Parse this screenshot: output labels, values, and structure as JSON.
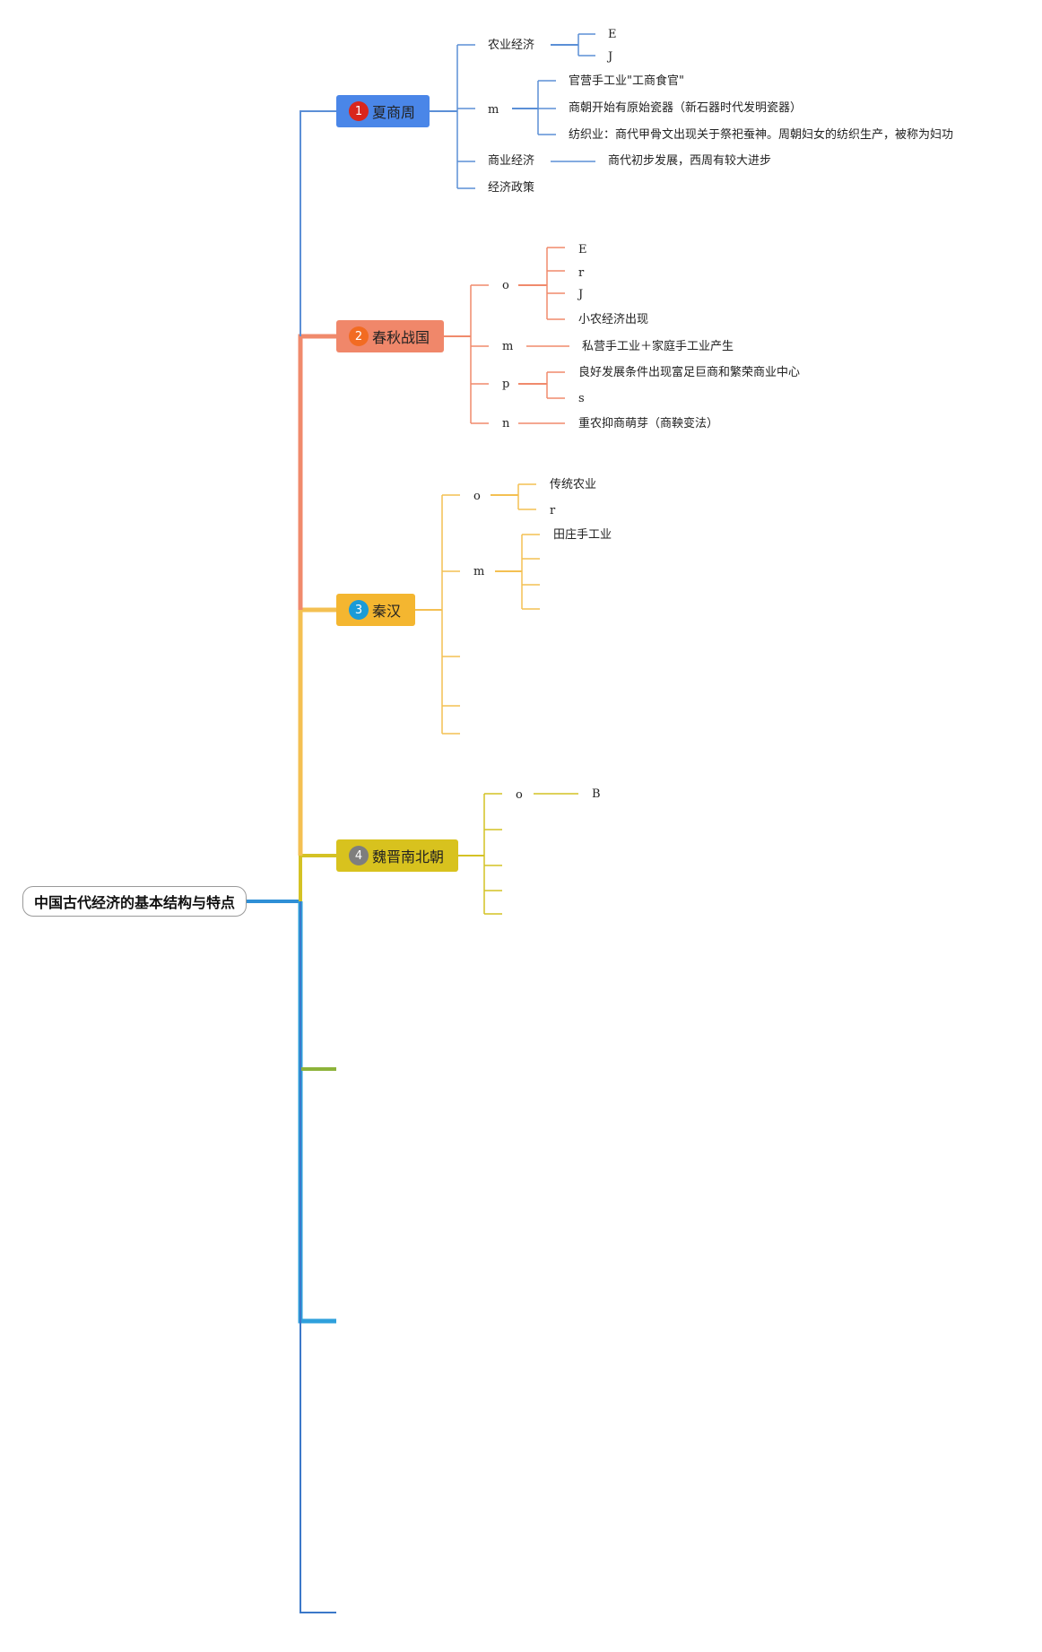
{
  "root": {
    "title": "中国古代经济的基本结构与特点"
  },
  "eras": [
    {
      "num": "1",
      "name": "夏商周",
      "fill": "#4a86e8",
      "badge": "#d9261c"
    },
    {
      "num": "2",
      "name": "春秋战国",
      "fill": "#f0876a",
      "badge": "#f26b22"
    },
    {
      "num": "3",
      "name": "秦汉",
      "fill": "#f4b630",
      "badge": "#1a9bd7"
    },
    {
      "num": "4",
      "name": "魏晋南北朝",
      "fill": "#d8c21e",
      "badge": "#7e7e7e"
    }
  ],
  "labels": {
    "xsz_agri": "农业经济",
    "xsz_E": "E",
    "xsz_J": "J",
    "xsz_m": "m",
    "xsz_gov": "官营手工业\"工商食官\"",
    "xsz_ceramic": "商朝开始有原始瓷器（新石器时代发明瓷器）",
    "xsz_textile": "纺织业：商代甲骨文出现关于祭祀蚕神。周朝妇女的纺织生产，被称为妇功",
    "xsz_commerce": "商业经济",
    "xsz_commerce_note": "商代初步发展，西周有较大进步",
    "xsz_policy": "经济政策",
    "cq_o": "o",
    "cq_E": "E",
    "cq_r": "r",
    "cq_J": "J",
    "cq_small": "小农经济出现",
    "cq_m": "m",
    "cq_private": "私营手工业＋家庭手工业产生",
    "cq_p": "p",
    "cq_good": "良好发展条件出现富足巨商和繁荣商业中心",
    "cq_s": "s",
    "cq_n": "n",
    "cq_policy": "重农抑商萌芽（商鞅变法）",
    "qh_o": "o",
    "qh_trad": "传统农业",
    "qh_r": "r",
    "qh_m": "m",
    "qh_manor": "田庄手工业",
    "wj_o": "o",
    "wj_B": "B"
  },
  "colors": {
    "trunk": "#2e8fd6",
    "xsz_branch": "#5b8fd6",
    "cq_branch": "#f08a6c",
    "qh_branch": "#f4c052",
    "wj_branch": "#d4c224",
    "green_branch": "#8db33a",
    "cyan_branch": "#2ea0dc",
    "bottom_branch": "#3b78c9"
  }
}
